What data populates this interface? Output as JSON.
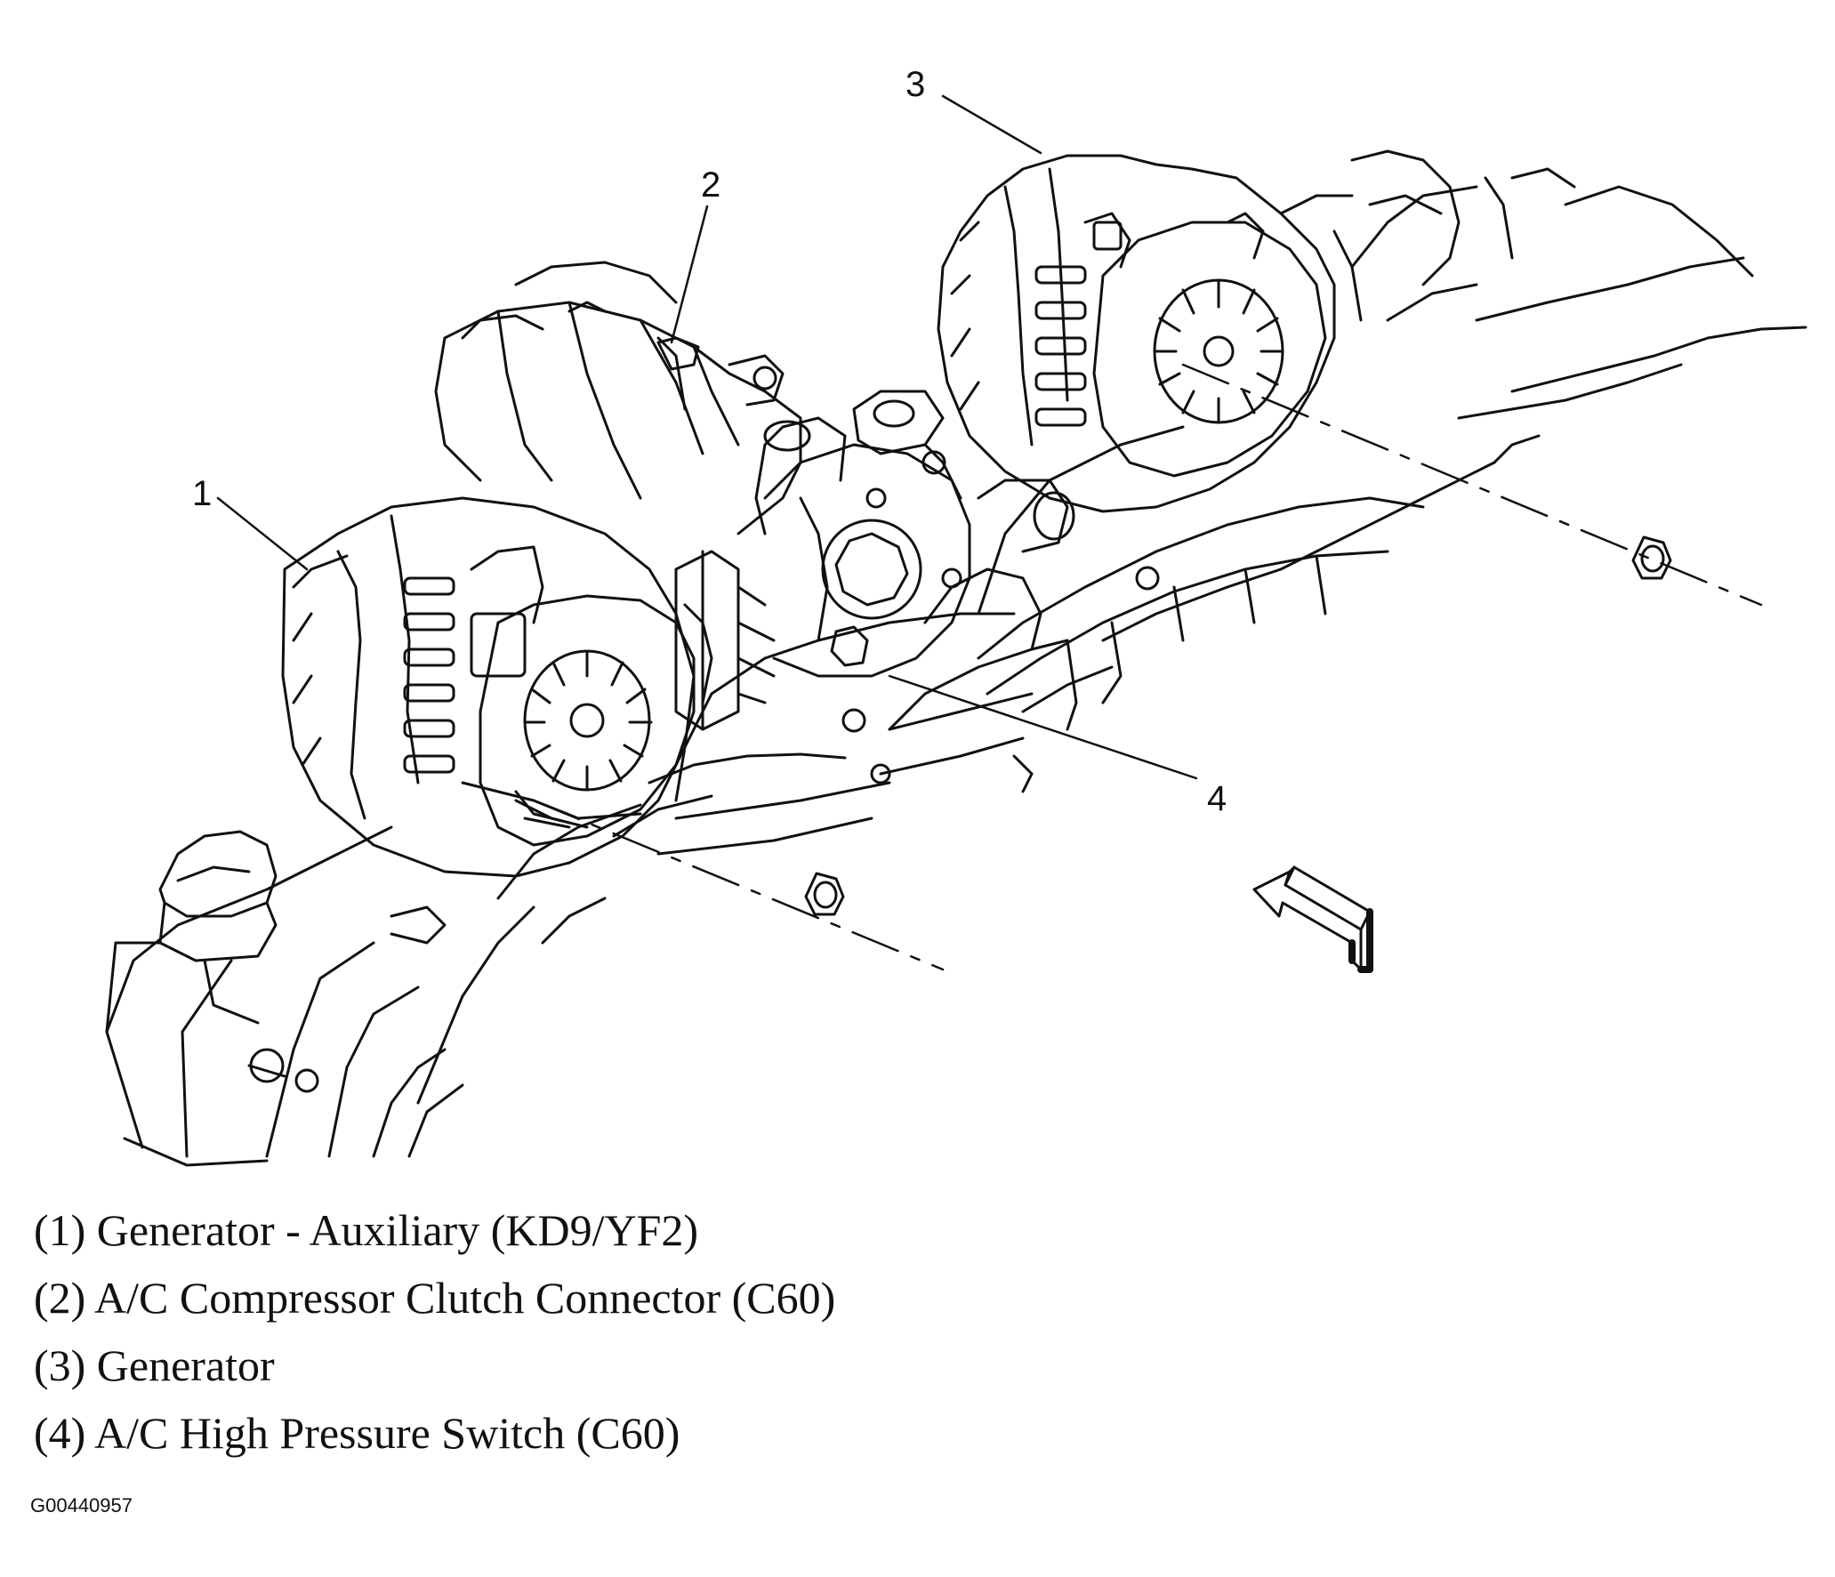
{
  "callouts": [
    {
      "number": "1"
    },
    {
      "number": "2"
    },
    {
      "number": "3"
    },
    {
      "number": "4"
    }
  ],
  "legend": [
    "(1) Generator - Auxiliary (KD9/YF2)",
    "(2) A/C Compressor Clutch Connector (C60)",
    "(3) Generator",
    "(4) A/C High Pressure Switch (C60)"
  ],
  "figure_id": "G00440957",
  "colors": {
    "ink": "#111111",
    "paper": "#ffffff"
  },
  "icons": [
    "view-direction-arrow-icon"
  ]
}
